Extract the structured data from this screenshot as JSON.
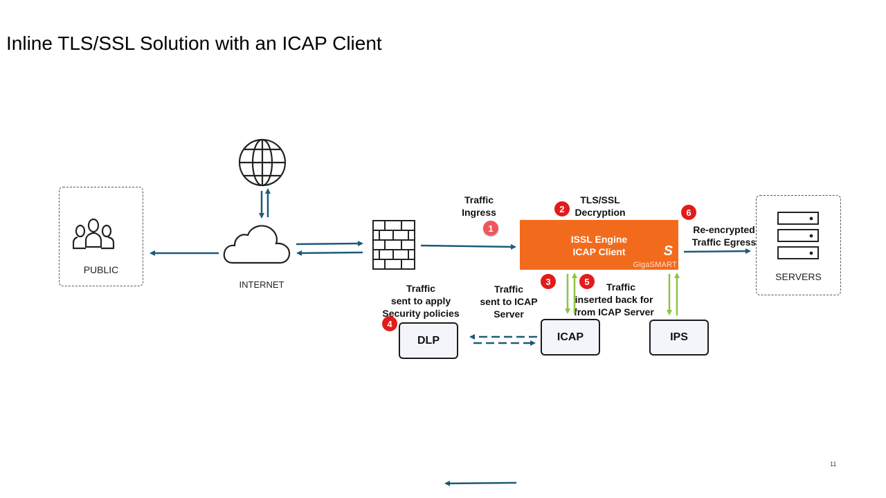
{
  "slide": {
    "title": "Inline TLS/SSL Solution with an ICAP Client",
    "page_number": "11"
  },
  "nodes": {
    "public": {
      "label": "PUBLIC",
      "icon": "users-icon"
    },
    "internet": {
      "label": "INTERNET",
      "icon": "cloud-icon",
      "globe_icon": "globe-icon"
    },
    "firewall": {
      "icon": "firewall-icon"
    },
    "engine": {
      "line1": "ISSL Engine",
      "line2": "ICAP Client",
      "brand": "GigaSMART",
      "logo": "S",
      "color": "#f26b1d"
    },
    "servers": {
      "label": "SERVERS",
      "icon": "server-rack-icon"
    },
    "dlp": {
      "label": "DLP"
    },
    "icap": {
      "label": "ICAP"
    },
    "ips": {
      "label": "IPS"
    }
  },
  "annotations": {
    "traffic_ingress": [
      "Traffic",
      "Ingress"
    ],
    "tls_decryption": [
      "TLS/SSL",
      "Decryption"
    ],
    "reencrypted": [
      "Re-encrypted",
      "Traffic Egress"
    ],
    "sent_to_apply": [
      "Traffic",
      "sent to apply",
      "Security policies"
    ],
    "sent_to_icap": [
      "Traffic",
      "sent to ICAP",
      "Server"
    ],
    "inserted_back": [
      "Traffic",
      "inserted back for",
      "from  ICAP Server"
    ]
  },
  "steps": [
    "1",
    "2",
    "3",
    "4",
    "5",
    "6"
  ],
  "colors": {
    "arrow_blue": "#1d5a78",
    "arrow_green": "#8cc540",
    "badge_red": "#e21b1b"
  }
}
